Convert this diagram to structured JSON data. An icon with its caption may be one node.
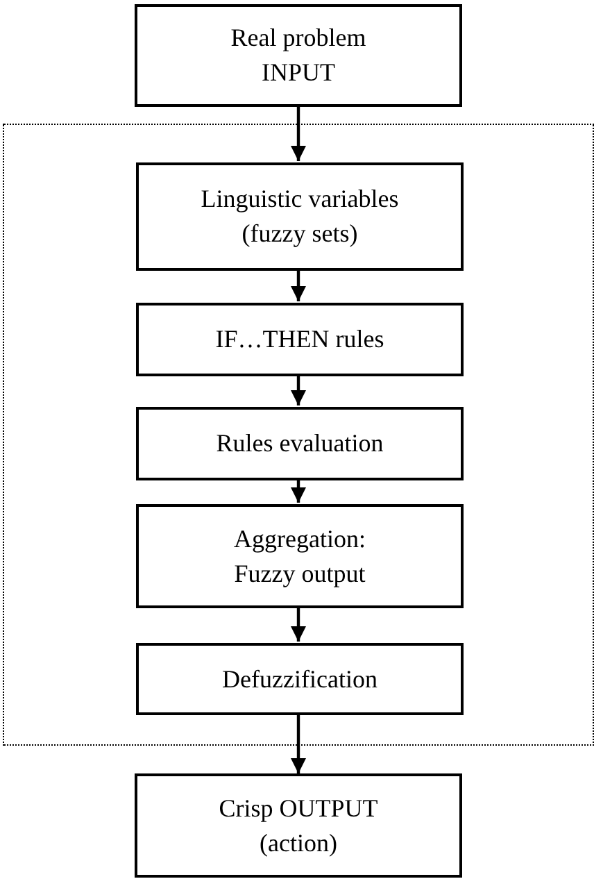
{
  "diagram": {
    "nodes": [
      {
        "text": [
          "Real problem INPUT"
        ]
      },
      {
        "text": [],
        "shape": "box"
      },
      {
        "text": [
          "Linguistic variables (fuzzy sets)"
        ],
        "in": 1
      },
      {
        "text": [
          "IF…THEN rules"
        ],
        "in": 1
      },
      {
        "text": [
          "Rules evaluation"
        ],
        "in": 1
      },
      {
        "text": [
          "Aggregation: Fuzzy output"
        ],
        "in": 1
      },
      {
        "text": [
          "Defuzzification"
        ],
        "in": 1
      },
      {
        "text": [
          "Crisp OUTPUT (action)"
        ]
      }
    ],
    "edges": [
      {
        "from": 0,
        "to": 2,
        "arrow": "to"
      },
      {
        "from": 2,
        "to": 3,
        "arrow": "to"
      },
      {
        "from": 3,
        "to": 4,
        "arrow": "to"
      },
      {
        "from": 4,
        "to": 5,
        "arrow": "to"
      },
      {
        "from": 5,
        "to": 6,
        "arrow": "to"
      },
      {
        "from": 6,
        "to": 7,
        "arrow": "to"
      }
    ]
  }
}
